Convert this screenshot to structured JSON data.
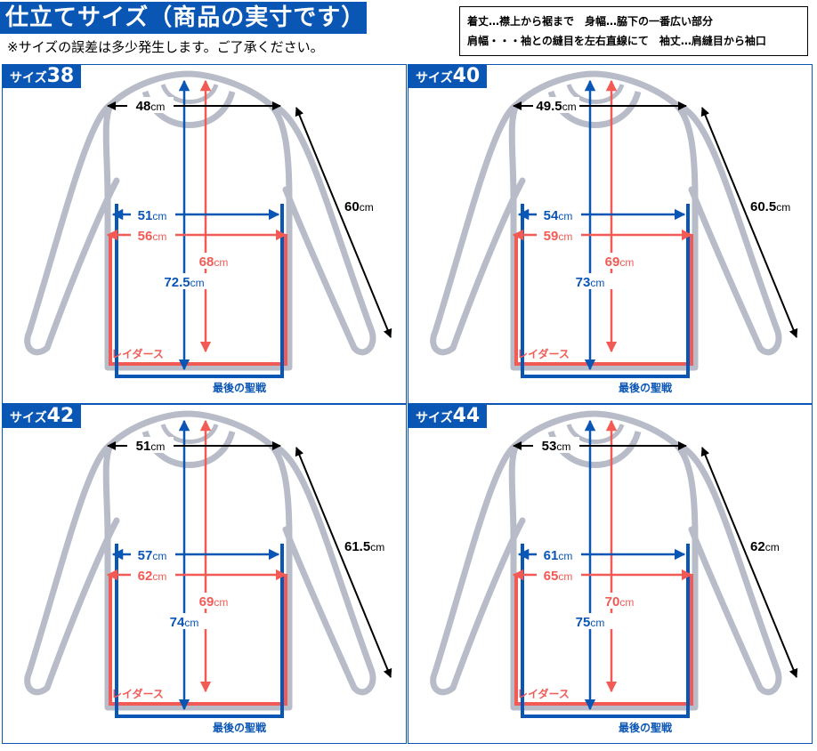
{
  "header": {
    "title": "仕立てサイズ（商品の実寸です）",
    "note": "※サイズの誤差は多少発生します。ご了承ください。",
    "legend": {
      "line1": "着丈…襟上から裾まで　身幅…脇下の一番広い部分",
      "line2": "肩幅・・・袖との縫目を左右直線にて　袖丈…肩縫目から袖口"
    }
  },
  "labels": {
    "size_prefix": "サイズ",
    "red_layer": "レイダース",
    "blue_layer": "最後の聖戦"
  },
  "colors": {
    "blue": "#0a56b4",
    "red": "#f25a55",
    "shirt": "#b8bcc8"
  },
  "sizes": [
    {
      "size": "38",
      "shoulder": "48",
      "sleeve": "60",
      "chest_blue": "51",
      "chest_red": "56",
      "length_red": "68",
      "length_blue": "72.5"
    },
    {
      "size": "40",
      "shoulder": "49.5",
      "sleeve": "60.5",
      "chest_blue": "54",
      "chest_red": "59",
      "length_red": "69",
      "length_blue": "73"
    },
    {
      "size": "42",
      "shoulder": "51",
      "sleeve": "61.5",
      "chest_blue": "57",
      "chest_red": "62",
      "length_red": "69",
      "length_blue": "74"
    },
    {
      "size": "44",
      "shoulder": "53",
      "sleeve": "62",
      "chest_blue": "61",
      "chest_red": "65",
      "length_red": "70",
      "length_blue": "75"
    }
  ],
  "unit": "cm"
}
